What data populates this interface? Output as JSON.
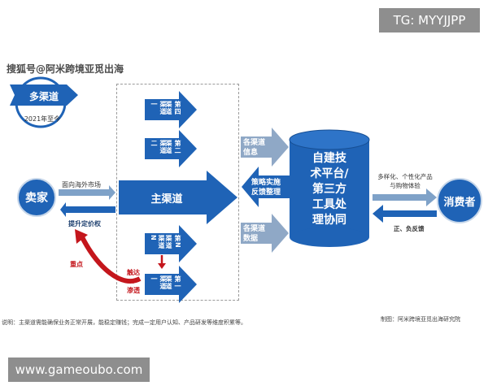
{
  "watermarks": {
    "top_right": "TG: MYYJJPP",
    "bottom_left": "www.gameoubo.com"
  },
  "source_line": "搜狐号@阿米跨境亚觅出海",
  "badge": {
    "label": "多渠道",
    "subtitle": "2021年至今"
  },
  "seller": {
    "label": "卖家",
    "to_market": "面向海外市场",
    "pricing": "提升定价权",
    "focus": "重点"
  },
  "main_channel": "主渠道",
  "sub_channels": [
    {
      "left": "渠道一",
      "right": "第四渠道"
    },
    {
      "left": "渠道二",
      "right": "第二渠道"
    },
    {
      "left": "渠道N",
      "right": "第N渠道"
    },
    {
      "left": "渠道一",
      "right": "第一渠道"
    }
  ],
  "reach_label": "触达\n+\n渗透",
  "flows": {
    "channel_info": "各渠道\n信息",
    "strategy": "策略实施\n反馈整理",
    "channel_data": "各渠道\n数据"
  },
  "platform": "自建技\n术平台/\n第三方\n工具处\n理协同",
  "consumer": {
    "label": "消费者",
    "to_consumer": "多样化、个性化产品\n与购物体验",
    "feedback": "正、负反馈"
  },
  "footer": {
    "note": "说明：主渠道需能确保业务正常开展，能稳定赚钱；完成一定用户认知、产品研发等维度积累等。",
    "credit": "制图：阿米跨境亚觅出海研究院"
  },
  "colors": {
    "primary_blue": "#1f63b6",
    "light_blue": "#7fa2c8",
    "grey_arrow": "#8fa8c6",
    "accent_red": "#c4161c"
  }
}
